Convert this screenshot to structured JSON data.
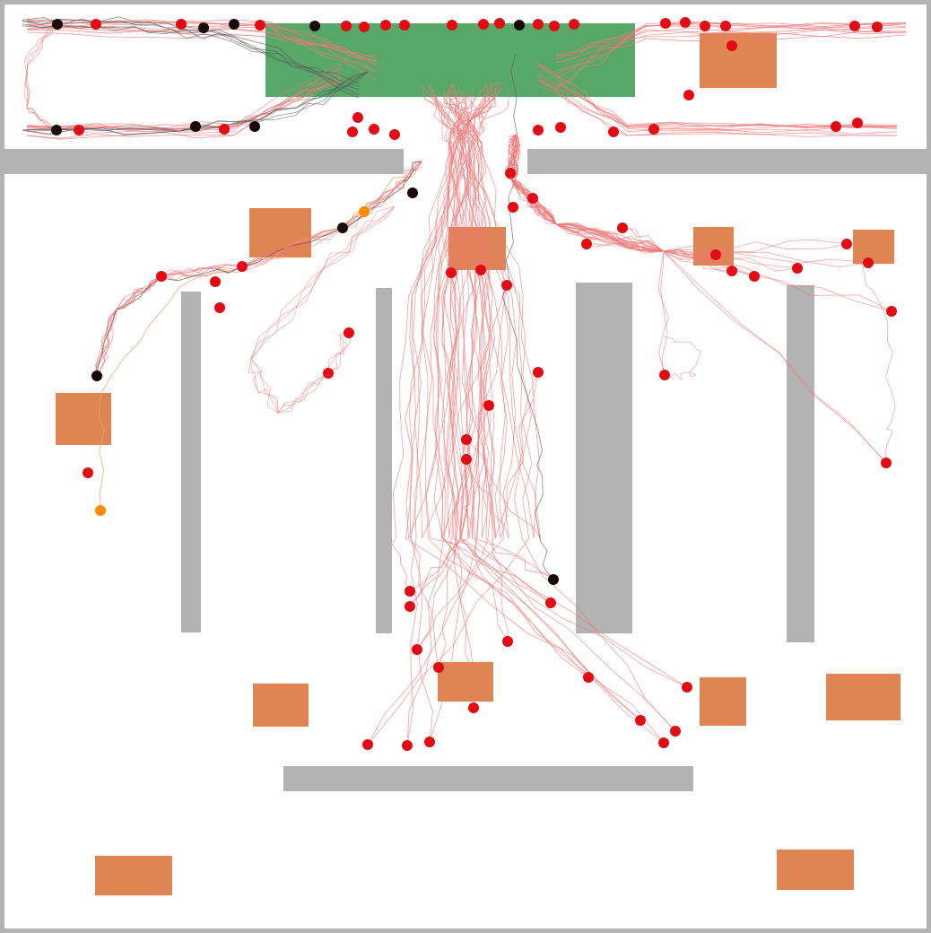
{
  "palette": {
    "background": "#ffffff",
    "wall": "#b3b3b3",
    "goal_zone": "#58a869",
    "obstacle": "#df8553",
    "trajectory": "#f07878",
    "trajectory_dark": "#555555",
    "trajectory_orange": "#f0a060",
    "agent_red": "#e30b13",
    "agent_black": "#180808",
    "agent_orange": "#ff8a00"
  },
  "counts": {
    "agents_red": 74,
    "agents_black": 12,
    "agents_orange": 2
  }
}
